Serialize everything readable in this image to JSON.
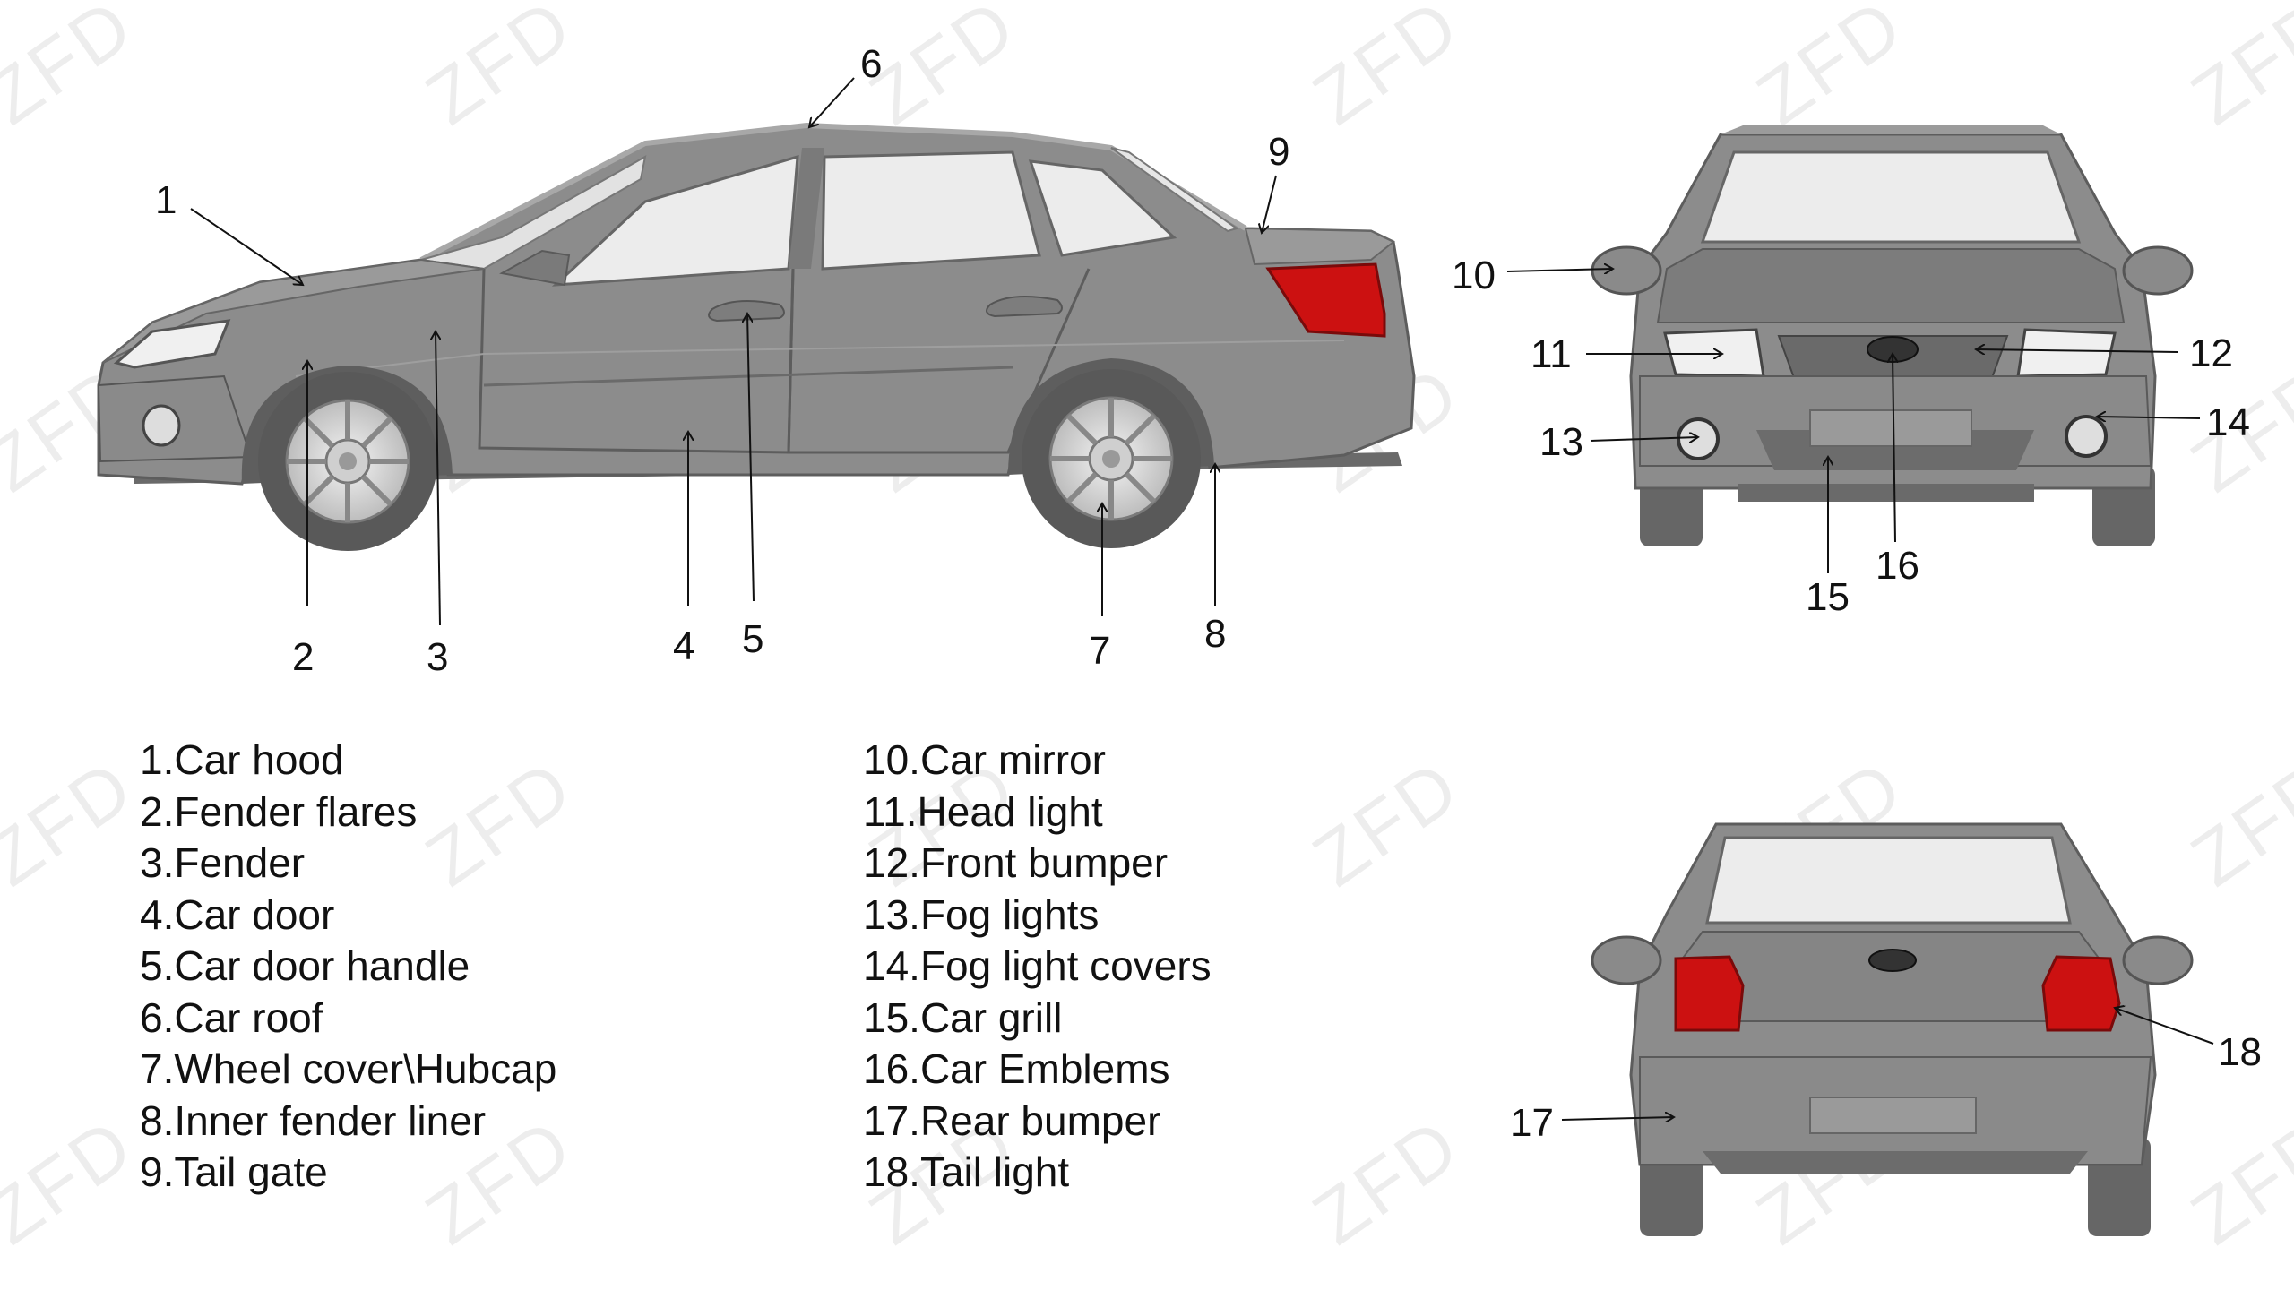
{
  "watermark_text": "ZFD",
  "callout_numbers": [
    "1",
    "2",
    "3",
    "4",
    "5",
    "6",
    "7",
    "8",
    "9",
    "10",
    "11",
    "12",
    "13",
    "14",
    "15",
    "16",
    "17",
    "18"
  ],
  "legend": {
    "left": [
      "1.Car hood",
      "2.Fender flares",
      "3.Fender",
      "4.Car door",
      "5.Car door handle",
      "6.Car roof",
      "7.Wheel cover\\Hubcap",
      "8.Inner fender liner",
      "9.Tail gate"
    ],
    "right": [
      "10.Car mirror",
      "11.Head light",
      "12.Front bumper",
      "13.Fog lights",
      "14.Fog light covers",
      "15.Car grill",
      "16.Car Emblems",
      "17.Rear bumper",
      "18.Tail light"
    ]
  },
  "colors": {
    "body": "#8a8a8a",
    "body_dark": "#6f6f6f",
    "glass": "#ececec",
    "tail_light": "#cc1111",
    "tire": "#555555",
    "wheel": "#e6e6e6"
  }
}
